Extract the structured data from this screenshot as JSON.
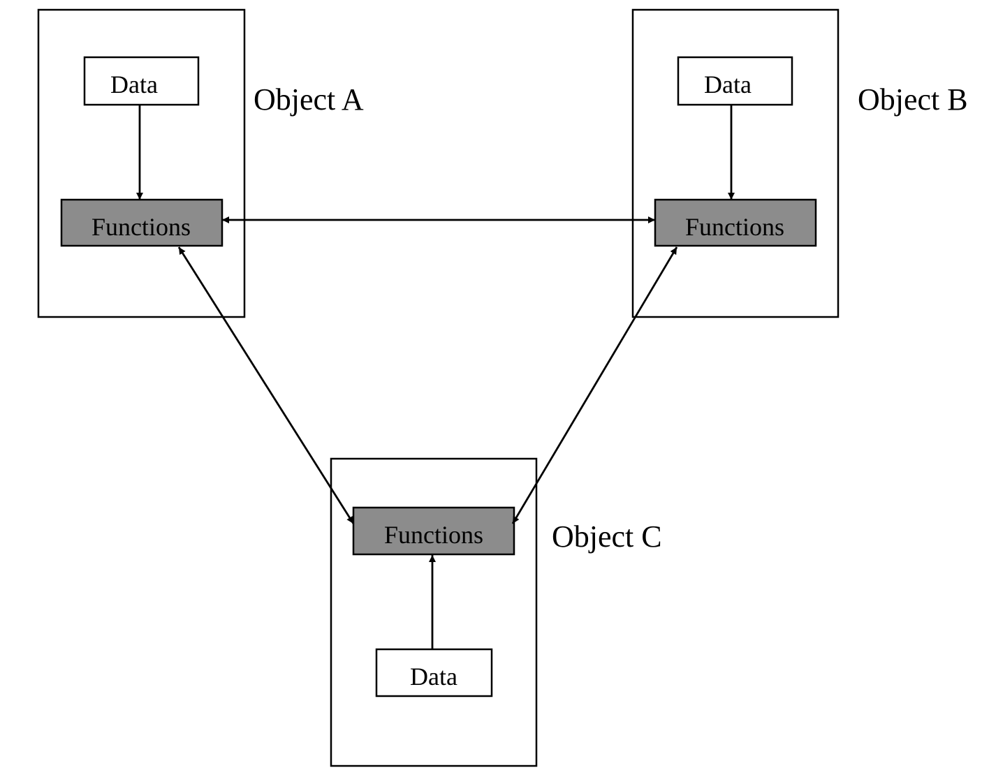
{
  "colors": {
    "function_fill": "#8c8c8c",
    "data_fill": "#ffffff",
    "stroke": "#000000"
  },
  "objects": {
    "a": {
      "label": "Object A",
      "data_label": "Data",
      "functions_label": "Functions"
    },
    "b": {
      "label": "Object B",
      "data_label": "Data",
      "functions_label": "Functions"
    },
    "c": {
      "label": "Object C",
      "data_label": "Data",
      "functions_label": "Functions"
    }
  }
}
